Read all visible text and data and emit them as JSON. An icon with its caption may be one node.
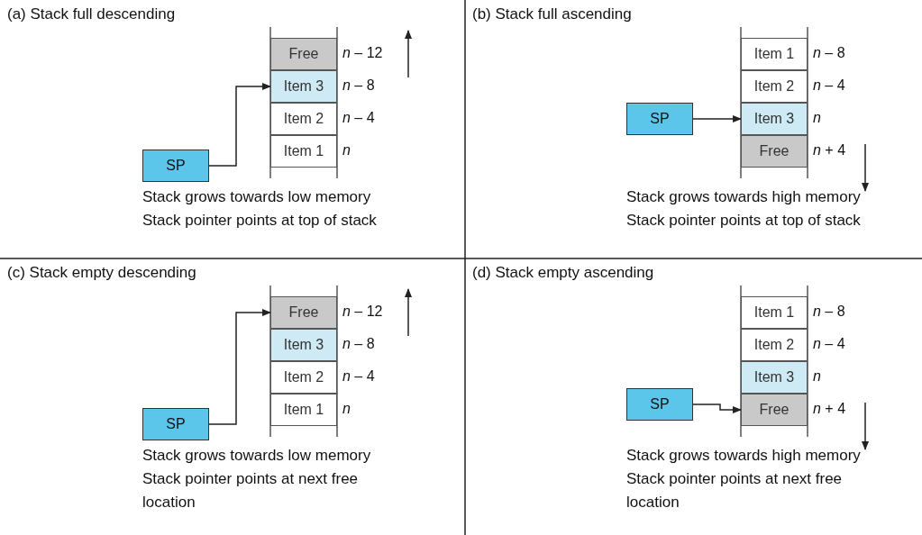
{
  "diagram": {
    "nodes": [
      {
        "text": [
          "(a) Stack full descending",
          "Stack grows towards low memory",
          "Stack pointer points at top of stack"
        ]
      },
      {
        "text": [
          "Free"
        ],
        "in": 0,
        "beside": [
          "*n* – 12"
        ]
      },
      {
        "text": [
          "Item 3"
        ],
        "in": 0,
        "beside": [
          "*n* – 8"
        ]
      },
      {
        "text": [
          "Item 2"
        ],
        "in": 0,
        "beside": [
          "*n* – 4"
        ]
      },
      {
        "text": [
          "Item 1"
        ],
        "in": 0,
        "beside": [
          "*n*"
        ]
      },
      {
        "text": [
          "SP"
        ],
        "in": 0
      },
      {
        "text": [
          "(b) Stack full ascending",
          "Stack grows towards high memory",
          "Stack pointer points at top of stack"
        ]
      },
      {
        "text": [
          "Item 1"
        ],
        "in": 6,
        "beside": [
          "*n* – 8"
        ]
      },
      {
        "text": [
          "Item 2"
        ],
        "in": 6,
        "beside": [
          "*n* – 4"
        ]
      },
      {
        "text": [
          "Item 3"
        ],
        "in": 6,
        "beside": [
          "*n*"
        ]
      },
      {
        "text": [
          "Free"
        ],
        "in": 6,
        "beside": [
          "*n* + 4"
        ]
      },
      {
        "text": [
          "SP"
        ],
        "in": 6
      },
      {
        "text": [
          "(c) Stack empty descending",
          "Stack grows towards low memory",
          "Stack pointer points at next free location"
        ]
      },
      {
        "text": [
          "Free"
        ],
        "in": 12,
        "beside": [
          "*n* – 12"
        ]
      },
      {
        "text": [
          "Item 3"
        ],
        "in": 12,
        "beside": [
          "*n* – 8"
        ]
      },
      {
        "text": [
          "Item 2"
        ],
        "in": 12,
        "beside": [
          "*n* – 4"
        ]
      },
      {
        "text": [
          "Item 1"
        ],
        "in": 12,
        "beside": [
          "*n*"
        ]
      },
      {
        "text": [
          "SP"
        ],
        "in": 12
      },
      {
        "text": [
          "(d) Stack empty ascending",
          "Stack grows towards high memory",
          "Stack pointer points at next free location"
        ]
      },
      {
        "text": [
          "Item 1"
        ],
        "in": 18,
        "beside": [
          "*n* – 8"
        ]
      },
      {
        "text": [
          "Item 2"
        ],
        "in": 18,
        "beside": [
          "*n* – 4"
        ]
      },
      {
        "text": [
          "Item 3"
        ],
        "in": 18,
        "beside": [
          "*n*"
        ]
      },
      {
        "text": [
          "Free"
        ],
        "in": 18,
        "beside": [
          "*n* + 4"
        ]
      },
      {
        "text": [
          "SP"
        ],
        "in": 18
      }
    ],
    "edges": [
      {
        "from": 5,
        "to": 2,
        "arrow": "to"
      },
      {
        "from": 11,
        "to": 9,
        "arrow": "to"
      },
      {
        "from": 17,
        "to": 13,
        "arrow": "to"
      },
      {
        "from": 23,
        "to": 22,
        "arrow": "to"
      }
    ]
  }
}
